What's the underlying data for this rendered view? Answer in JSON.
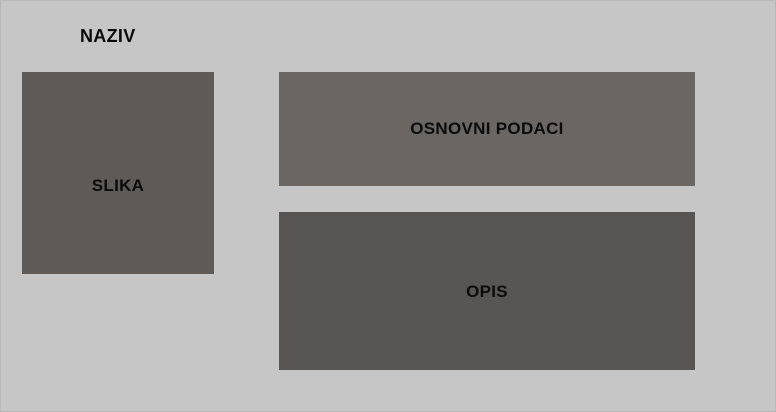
{
  "page": {
    "title": "NAZIV"
  },
  "sections": {
    "image_label": "SLIKA",
    "basic_info_label": "OSNOVNI PODACI",
    "description_label": "OPIS"
  },
  "colors": {
    "background": "#c6c6c6",
    "image_box": "#5e5a58",
    "basic_info_box": "#6a6664",
    "description_box": "#585654",
    "text": "#0a0a0a"
  }
}
